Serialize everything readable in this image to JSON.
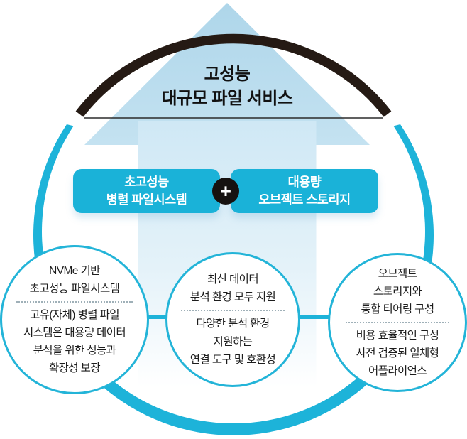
{
  "title": {
    "line1": "고성능",
    "line2": "대규모 파일 서비스"
  },
  "boxes": [
    {
      "name": "ultra-parallel-filesystem",
      "line1": "초고성능",
      "line2": "병렬 파일시스템"
    },
    {
      "name": "large-object-storage",
      "line1": "대용량",
      "line2": "오브젝트 스토리지"
    }
  ],
  "plus": {
    "label": "+"
  },
  "circles": [
    {
      "name": "nvme-parallel-filesystem",
      "top": [
        "NVMe 기반",
        "초고성능 파일시스템"
      ],
      "bottom": [
        "고유(자체) 병렬 파일",
        "시스템은 대용량 데이터",
        "분석을 위한 성능과",
        "확장성 보장"
      ]
    },
    {
      "name": "analysis-environment-support",
      "top": [
        "최신 데이터",
        "분석 환경 모두 지원"
      ],
      "bottom": [
        "다양한 분석 환경",
        "지원하는",
        "연결 도구 및 호환성"
      ]
    },
    {
      "name": "object-storage-tiering",
      "top": [
        "오브젝트",
        "스토리지와",
        "통합 티어링 구성"
      ],
      "bottom": [
        "비용 효율적인 구성",
        "사전 검증된 일체형",
        "어플라이언스"
      ]
    }
  ],
  "colors": {
    "accent_cyan": "#1ab2d8",
    "ring_black": "#251a14",
    "arrow_blue": "#b5daec",
    "arrow_shaft_blue": "#cfe8f5",
    "text_dark": "#111111",
    "bubble_text": "#1c1c1c",
    "background": "#ffffff"
  }
}
